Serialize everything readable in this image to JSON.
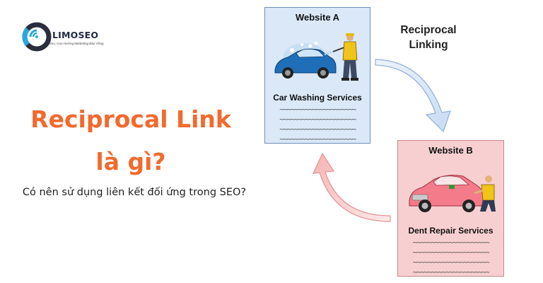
{
  "brand": {
    "name": "LIMOSEO",
    "tagline": "Limo, Con Hướng Marketing Bảo Vững",
    "colors": {
      "accent": "#f26a2e",
      "logo_blue": "#29a8e0",
      "logo_dark": "#2a2f3d"
    }
  },
  "hero": {
    "title_line1": "Reciprocal Link",
    "title_line2": "là gì?",
    "subtitle": "Có nên sử dụng liên kết đối ứng trong SEO?"
  },
  "diagram": {
    "linking_label_line1": "Reciprocal",
    "linking_label_line2": "Linking",
    "website_a": {
      "title": "Website A",
      "service": "Car Washing Services",
      "lines": [
        "~~~~~~~~~~~~~~~~~~~~~",
        "~~~~~~~~~~~~~~~~~~~~~",
        "~~~~~~~~~~~~~~~~~~~~~",
        "~~~~~~~~~~~~~~~~~~~~~"
      ],
      "color": "#dbe8f8"
    },
    "website_b": {
      "title": "Website B",
      "service": "Dent Repair Services",
      "lines": [
        "~~~~~~~~~~~~~~~~~~~~~",
        "~~~~~~~~~~~~~~~~~~~~~",
        "~~~~~~~~~~~~~~~~~~~~~",
        "~~~~~~~~~~~~~~~~~~~~~"
      ],
      "color": "#f8cfd0"
    },
    "icons": [
      "car-wash-illustration",
      "dent-repair-illustration",
      "arrow-a-to-b-icon",
      "arrow-b-to-a-icon"
    ]
  }
}
